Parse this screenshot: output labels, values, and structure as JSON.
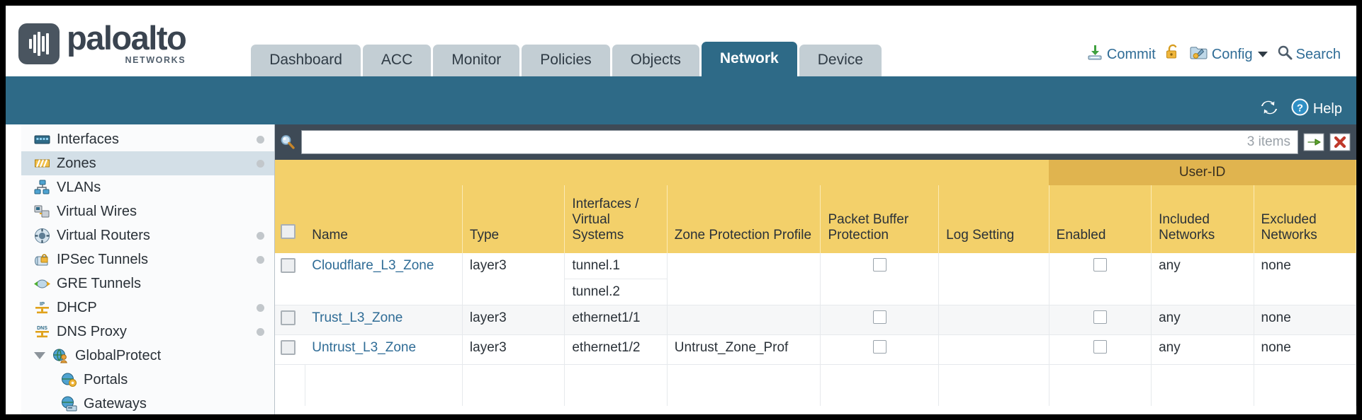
{
  "brand": {
    "name": "paloalto",
    "tagline": "NETWORKS",
    "logo_icon": "paloalto-logo-icon"
  },
  "nav": {
    "tabs": [
      {
        "label": "Dashboard",
        "active": false
      },
      {
        "label": "ACC",
        "active": false
      },
      {
        "label": "Monitor",
        "active": false
      },
      {
        "label": "Policies",
        "active": false
      },
      {
        "label": "Objects",
        "active": false
      },
      {
        "label": "Network",
        "active": true
      },
      {
        "label": "Device",
        "active": false
      }
    ]
  },
  "header_actions": {
    "commit": "Commit",
    "commit_icon": "commit-save-icon",
    "lock_icon": "padlock-icon",
    "config": "Config",
    "config_icon": "config-wrench-icon",
    "search": "Search",
    "search_icon": "search-magnifier-icon"
  },
  "banner": {
    "refresh_icon": "refresh-icon",
    "help_label": "Help",
    "help_icon": "help-question-icon"
  },
  "sidebar": {
    "items": [
      {
        "label": "Interfaces",
        "icon": "interfaces-icon",
        "dot": true,
        "selected": false,
        "child": false,
        "caret": false
      },
      {
        "label": "Zones",
        "icon": "zones-icon",
        "dot": true,
        "selected": true,
        "child": false,
        "caret": false
      },
      {
        "label": "VLANs",
        "icon": "vlans-icon",
        "dot": false,
        "selected": false,
        "child": false,
        "caret": false
      },
      {
        "label": "Virtual Wires",
        "icon": "virtual-wires-icon",
        "dot": false,
        "selected": false,
        "child": false,
        "caret": false
      },
      {
        "label": "Virtual Routers",
        "icon": "virtual-routers-icon",
        "dot": true,
        "selected": false,
        "child": false,
        "caret": false
      },
      {
        "label": "IPSec Tunnels",
        "icon": "ipsec-tunnels-icon",
        "dot": true,
        "selected": false,
        "child": false,
        "caret": false
      },
      {
        "label": "GRE Tunnels",
        "icon": "gre-tunnels-icon",
        "dot": false,
        "selected": false,
        "child": false,
        "caret": false
      },
      {
        "label": "DHCP",
        "icon": "dhcp-icon",
        "dot": true,
        "selected": false,
        "child": false,
        "caret": false
      },
      {
        "label": "DNS Proxy",
        "icon": "dns-proxy-icon",
        "dot": true,
        "selected": false,
        "child": false,
        "caret": false
      },
      {
        "label": "GlobalProtect",
        "icon": "globalprotect-icon",
        "dot": false,
        "selected": false,
        "child": false,
        "caret": true
      },
      {
        "label": "Portals",
        "icon": "portals-icon",
        "dot": false,
        "selected": false,
        "child": true,
        "caret": false
      },
      {
        "label": "Gateways",
        "icon": "gateways-icon",
        "dot": false,
        "selected": false,
        "child": true,
        "caret": false
      }
    ]
  },
  "filter": {
    "value": "",
    "placeholder": "",
    "items_count": "3 items",
    "search_icon": "search-magnifier-icon",
    "apply_icon": "apply-arrow-icon",
    "clear_icon": "clear-x-icon"
  },
  "table": {
    "group_header": "User-ID",
    "columns": [
      "Name",
      "Type",
      "Interfaces / Virtual Systems",
      "Zone Protection Profile",
      "Packet Buffer Protection",
      "Log Setting",
      "Enabled",
      "Included Networks",
      "Excluded Networks"
    ],
    "rows": [
      {
        "name": "Cloudflare_L3_Zone",
        "type": "layer3",
        "interfaces": [
          "tunnel.1",
          "tunnel.2"
        ],
        "zone_protection_profile": "",
        "packet_buffer_protection": false,
        "log_setting": "",
        "userid_enabled": false,
        "included_networks": "any",
        "excluded_networks": "none"
      },
      {
        "name": "Trust_L3_Zone",
        "type": "layer3",
        "interfaces": [
          "ethernet1/1"
        ],
        "zone_protection_profile": "",
        "packet_buffer_protection": false,
        "log_setting": "",
        "userid_enabled": false,
        "included_networks": "any",
        "excluded_networks": "none"
      },
      {
        "name": "Untrust_L3_Zone",
        "type": "layer3",
        "interfaces": [
          "ethernet1/2"
        ],
        "zone_protection_profile": "Untrust_Zone_Prof",
        "packet_buffer_protection": false,
        "log_setting": "",
        "userid_enabled": false,
        "included_networks": "any",
        "excluded_networks": "none"
      }
    ]
  },
  "colors": {
    "banner_blue": "#2E6A87",
    "tab_inactive": "#C3CED4",
    "header_amber": "#F3D06A",
    "group_amber": "#E0B44F",
    "filter_bar": "#3E4A56",
    "link_blue": "#2F6C96",
    "sidebar_selected": "#D3DFE7"
  }
}
